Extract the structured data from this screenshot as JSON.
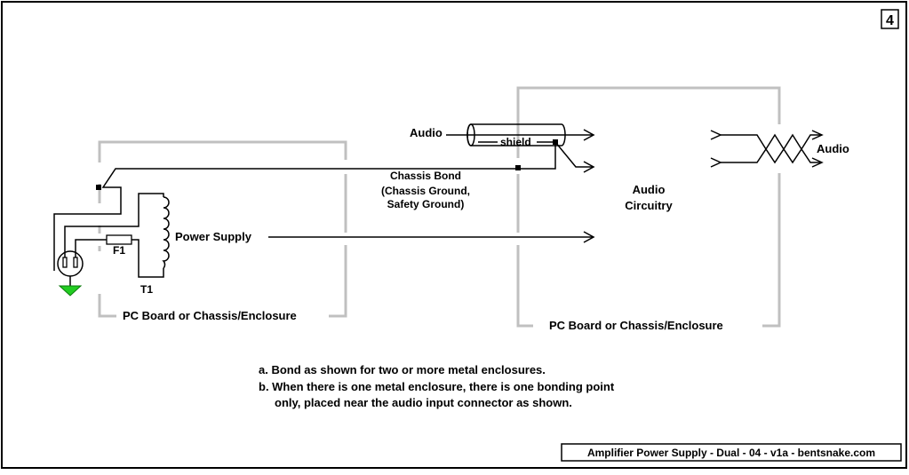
{
  "page_number": "4",
  "left_enclosure_label": "PC Board or Chassis/Enclosure",
  "right_enclosure_label": "PC Board or Chassis/Enclosure",
  "audio_in_label": "Audio",
  "shield_label": "shield",
  "chassis_bond_label": "Chassis Bond",
  "chassis_ground_label": "(Chassis Ground,",
  "safety_ground_label": "Safety Ground)",
  "audio_circuitry_line1": "Audio",
  "audio_circuitry_line2": "Circuitry",
  "audio_out_label": "Audio",
  "power_supply_label": "Power Supply",
  "fuse_label": "F1",
  "transformer_label": "T1",
  "notes": [
    "a. Bond as shown for two or more metal enclosures.",
    "b. When there is one metal enclosure, there is one bonding point",
    "    only, placed near the audio input connector as shown."
  ],
  "footer": "Amplifier Power Supply - Dual - 04 - v1a - bentsnake.com",
  "colors": {
    "enclosure": "#c0c0c0",
    "ground_symbol": "#22cc22",
    "wire": "#000000"
  }
}
